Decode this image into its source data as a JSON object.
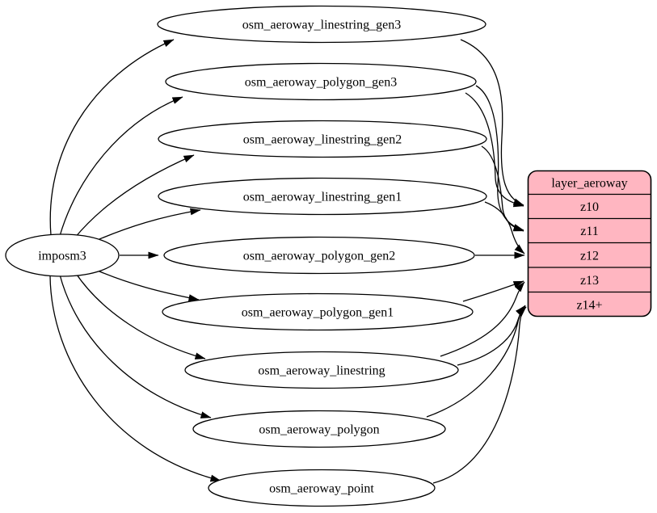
{
  "diagram": {
    "type": "graphviz-etl-graph",
    "source_node": {
      "label": "imposm3"
    },
    "tables": [
      {
        "label": "osm_aeroway_linestring_gen3"
      },
      {
        "label": "osm_aeroway_polygon_gen3"
      },
      {
        "label": "osm_aeroway_linestring_gen2"
      },
      {
        "label": "osm_aeroway_linestring_gen1"
      },
      {
        "label": "osm_aeroway_polygon_gen2"
      },
      {
        "label": "osm_aeroway_polygon_gen1"
      },
      {
        "label": "osm_aeroway_linestring"
      },
      {
        "label": "osm_aeroway_polygon"
      },
      {
        "label": "osm_aeroway_point"
      }
    ],
    "layer_node": {
      "title": "layer_aeroway",
      "rows": [
        "z10",
        "z11",
        "z12",
        "z13",
        "z14+"
      ],
      "fill_color": "#FFB6C1",
      "border_color": "#000000"
    },
    "edges": [
      {
        "from": "imposm3",
        "to": "osm_aeroway_linestring_gen3"
      },
      {
        "from": "imposm3",
        "to": "osm_aeroway_polygon_gen3"
      },
      {
        "from": "imposm3",
        "to": "osm_aeroway_linestring_gen2"
      },
      {
        "from": "imposm3",
        "to": "osm_aeroway_linestring_gen1"
      },
      {
        "from": "imposm3",
        "to": "osm_aeroway_polygon_gen2"
      },
      {
        "from": "imposm3",
        "to": "osm_aeroway_polygon_gen1"
      },
      {
        "from": "imposm3",
        "to": "osm_aeroway_linestring"
      },
      {
        "from": "imposm3",
        "to": "osm_aeroway_polygon"
      },
      {
        "from": "imposm3",
        "to": "osm_aeroway_point"
      },
      {
        "from": "osm_aeroway_linestring_gen3",
        "to": "layer_aeroway:z10"
      },
      {
        "from": "osm_aeroway_polygon_gen3",
        "to": "layer_aeroway:z10"
      },
      {
        "from": "osm_aeroway_polygon_gen3",
        "to": "layer_aeroway:z11"
      },
      {
        "from": "osm_aeroway_linestring_gen2",
        "to": "layer_aeroway:z11"
      },
      {
        "from": "osm_aeroway_linestring_gen1",
        "to": "layer_aeroway:z12"
      },
      {
        "from": "osm_aeroway_polygon_gen2",
        "to": "layer_aeroway:z12"
      },
      {
        "from": "osm_aeroway_polygon_gen1",
        "to": "layer_aeroway:z13"
      },
      {
        "from": "osm_aeroway_linestring",
        "to": "layer_aeroway:z13"
      },
      {
        "from": "osm_aeroway_linestring",
        "to": "layer_aeroway:z14+"
      },
      {
        "from": "osm_aeroway_polygon",
        "to": "layer_aeroway:z14+"
      },
      {
        "from": "osm_aeroway_point",
        "to": "layer_aeroway:z14+"
      }
    ]
  }
}
